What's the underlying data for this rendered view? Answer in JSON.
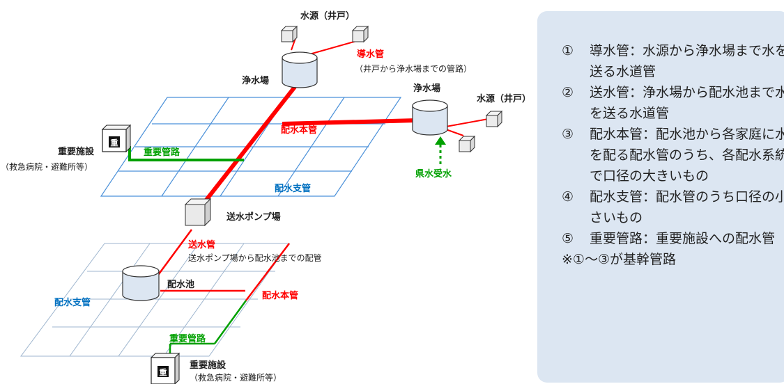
{
  "labels": {
    "water_source_top": "水源（井戸）",
    "intake_pipe": "導水管",
    "intake_pipe_desc": "（井戸から浄水場までの管路）",
    "purification_plant_top": "浄水場",
    "purification_plant_right": "浄水場",
    "water_source_right": "水源（井戸）",
    "important_facility_top": "重要施設",
    "important_facility_top_sub": "（救急病院・避難所等）",
    "important_pipe_top": "重要管路",
    "distribution_main_top": "配水本管",
    "prefectural_water": "県水受水",
    "distribution_branch_top": "配水支管",
    "pump_station": "送水ポンプ場",
    "transmission_pipe": "送水管",
    "transmission_pipe_desc": "送水ポンプ場から配水池までの配管",
    "reservoir": "配水池",
    "distribution_branch_bottom": "配水支管",
    "distribution_main_bottom": "配水本管",
    "important_pipe_bottom": "重要管路",
    "important_facility_bottom": "重要施設",
    "important_facility_bottom_sub": "（救急病院・避難所等）",
    "facility_glyph_top": "重",
    "facility_glyph_bottom": "重"
  },
  "legend": {
    "items": [
      {
        "num": "①",
        "text": "導水管：水源から浄水場まで水を送る水道管"
      },
      {
        "num": "②",
        "text": "送水管：浄水場から配水池まで水を送る水道管"
      },
      {
        "num": "③",
        "text": "配水本管：配水池から各家庭に水を配る配水管のうち、各配水系統で口径の大きいもの"
      },
      {
        "num": "④",
        "text": "配水支管：配水管のうち口径の小さいもの"
      },
      {
        "num": "⑤",
        "text": "重要管路：重要施設への配水管"
      }
    ],
    "note": "※①～③が基幹管路"
  },
  "colors": {
    "red": "#ff0000",
    "blue": "#0070c0",
    "green": "#00a000",
    "grid": "#4a90d9",
    "grid_light": "#9fb6cf",
    "panel": "#dce6f2"
  }
}
